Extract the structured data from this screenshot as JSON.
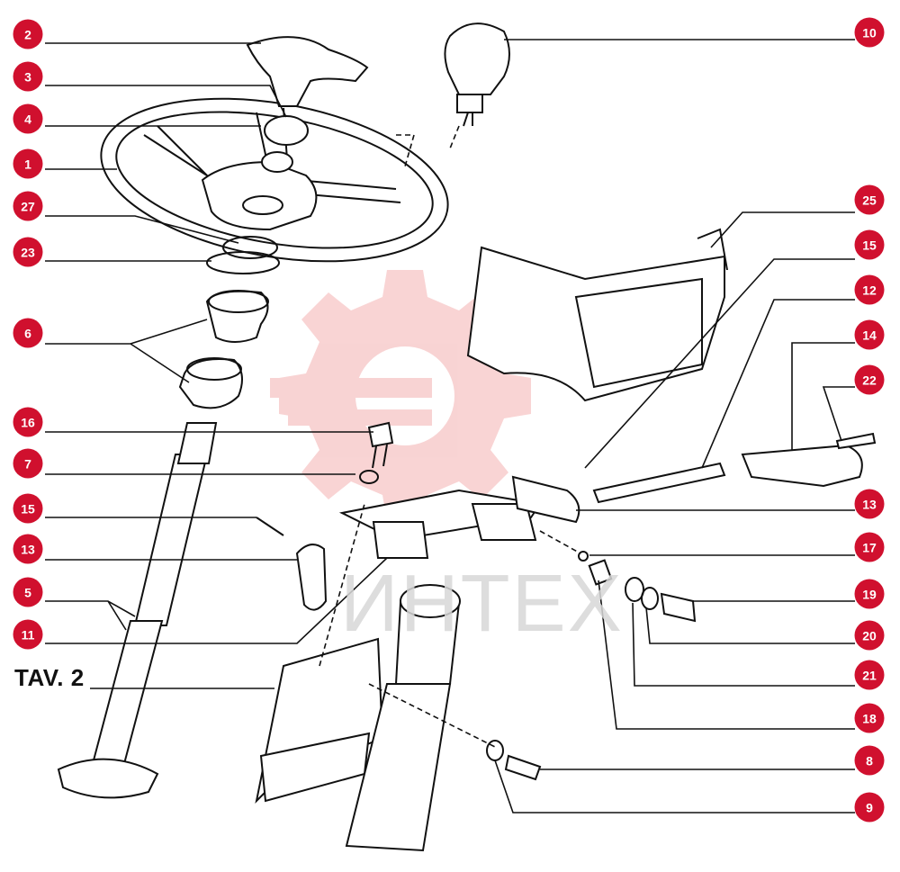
{
  "plate": {
    "title": "TAV. 2"
  },
  "watermark": {
    "text": "ИНТЕХ",
    "logo": "gear-logo"
  },
  "colors": {
    "callout": "#d0102e",
    "line": "#111111",
    "watermark": "#f2a9a9"
  },
  "callouts_left": [
    "2",
    "3",
    "4",
    "1",
    "27",
    "23",
    "6",
    "16",
    "7",
    "15",
    "13",
    "5",
    "11"
  ],
  "callouts_right": [
    "10",
    "25",
    "15",
    "12",
    "14",
    "22",
    "13",
    "17",
    "19",
    "20",
    "21",
    "18",
    "8",
    "9"
  ]
}
